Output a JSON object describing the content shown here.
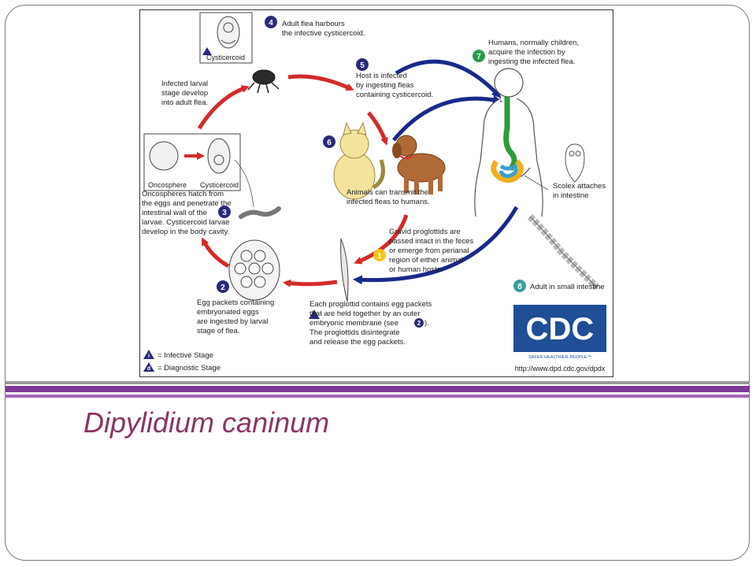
{
  "slide": {
    "title": "Dipylidium caninum",
    "title_color": "#8b3564",
    "accent_color": "#7e3a98"
  },
  "diagram": {
    "steps": [
      {
        "number": "1",
        "color": "#f5c518",
        "text": [
          "Gravid proglottids are",
          "passed intact in the feces",
          "or emerge from perianal",
          "region of either animal",
          "or human hosts."
        ]
      },
      {
        "number": "2",
        "color": "#2a2a7a",
        "text": [
          "Egg packets containing",
          "embryonated eggs",
          "are ingested by larval",
          "stage of flea."
        ]
      },
      {
        "number": "3",
        "color": "#2a2a7a",
        "text": [
          "Oncospheres hatch from",
          "the eggs and penetrate the",
          "intestinal wall of the",
          "larvae. Cysticercoid larvae",
          "develop in the body cavity."
        ]
      },
      {
        "number": "4",
        "color": "#2a2a7a",
        "text": [
          "Adult flea harbours",
          "the infective cysticercoid."
        ]
      },
      {
        "number": "5",
        "color": "#2a2a7a",
        "text": [
          "Host is infected",
          "by ingesting fleas",
          "containing cysticercoid."
        ]
      },
      {
        "number": "6",
        "color": "#2a2a7a",
        "text": [
          "Animals can transmit the",
          "infected fleas to humans."
        ]
      },
      {
        "number": "7",
        "color": "#2a9a4a",
        "text": [
          "Humans, normally children,",
          "acquire the infection by",
          "ingesting the infected flea."
        ]
      },
      {
        "number": "8",
        "color": "#3aa0a0",
        "text": [
          "Adult in small intestine"
        ]
      }
    ],
    "larval_stage_text": [
      "Infected larval",
      "stage develop",
      "into adult flea."
    ],
    "proglottid_text": [
      "Each proglottid contains egg packets",
      "that are held together by an outer",
      "embryonic membrane (see",
      "The proglottids disintegrate",
      "and release the egg packets."
    ],
    "proglottid_ref": "2",
    "proglottid_ref_close": ").",
    "scolex_text": [
      "Scolex attaches",
      "in intestine"
    ],
    "labels": {
      "oncosphere": "Oncosphere",
      "cysticercoid_a": "Cysticercoid",
      "cysticercoid_b": "Cysticercoid"
    },
    "legend": {
      "infective_symbol": "i",
      "infective": "= Infective Stage",
      "diagnostic_symbol": "d",
      "diagnostic": "= Diagnostic Stage"
    },
    "cdc": {
      "logo": "CDC",
      "tagline": "SAFER·HEALTHIER·PEOPLE™",
      "url": "http://www.dpd.cdc.gov/dpdx",
      "color": "#1f4e96"
    },
    "arrow_colors": {
      "red": "#d42a2a",
      "blue": "#1a2a8a"
    }
  }
}
